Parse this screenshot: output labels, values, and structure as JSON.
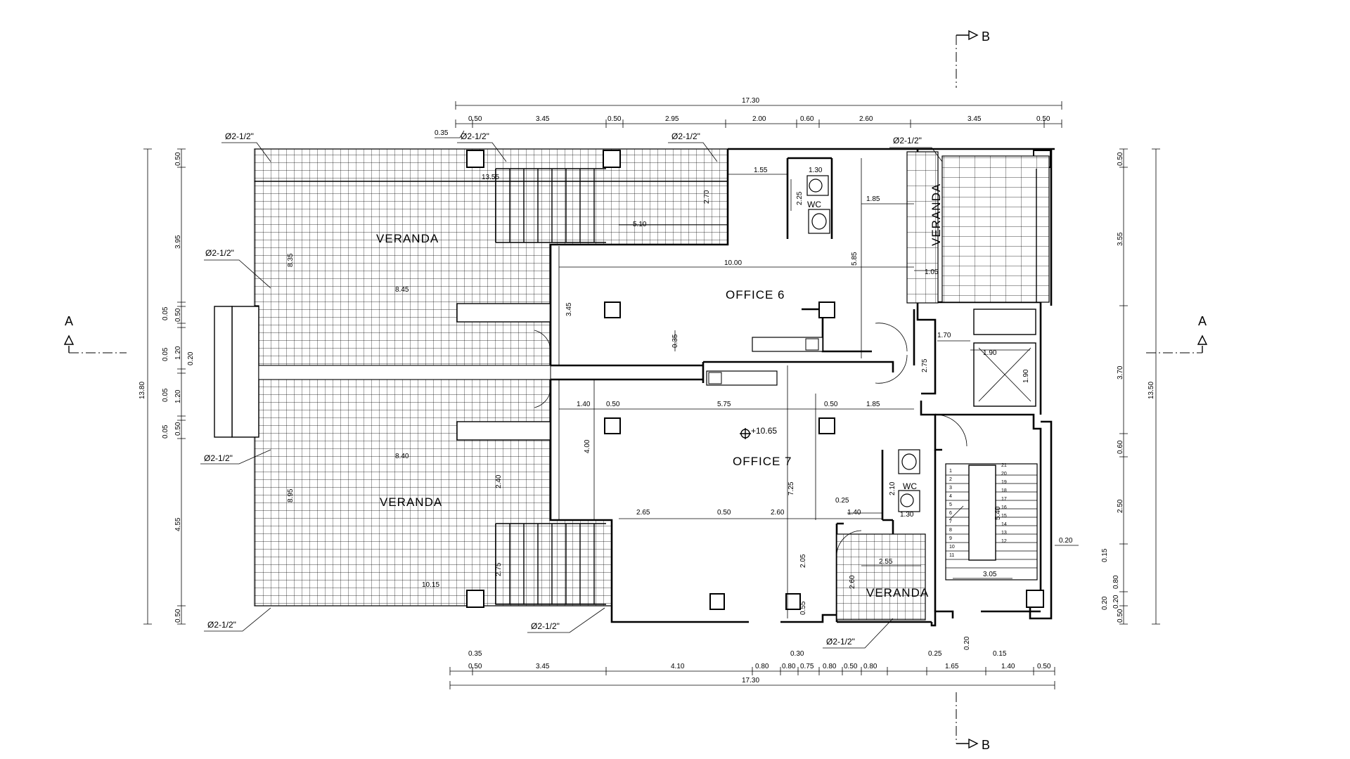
{
  "rooms": {
    "veranda_top_left": "VERANDA",
    "veranda_bottom_left": "VERANDA",
    "veranda_top_right": "VERANDA",
    "veranda_bottom_right": "VERANDA",
    "office_6": "OFFICE 6",
    "office_7": "OFFICE 7",
    "wc_top": "WC",
    "wc_bottom": "WC"
  },
  "level_marker": "+10.65",
  "section_marks": {
    "a": "A",
    "b": "B"
  },
  "drain_label": "Ø2-1/2\"",
  "top_dims": {
    "overall": "17.30",
    "parts": [
      "0.50",
      "3.45",
      "0.50",
      "2.95",
      "2.00",
      "0.60",
      "2.60",
      "3.45",
      "0.50"
    ],
    "offset": "0.35"
  },
  "bottom_dims": {
    "overall": "17.30",
    "parts": [
      "0.50",
      "3.45",
      "4.10",
      "0.80",
      "0.80",
      "0.75",
      "0.80",
      "0.50",
      "0.80",
      "1.65",
      "1.40",
      "0.50"
    ],
    "extras": [
      "0.35",
      "0.30",
      "0.25",
      "0.15"
    ]
  },
  "left_dims": {
    "overall": "13.80",
    "parts": [
      "0.50",
      "3.95",
      "0.05",
      "0.50",
      "0.05",
      "1.20",
      "0.05",
      "1.20",
      "0.05",
      "0.50",
      "4.55",
      "0.50"
    ],
    "extra": "0.20"
  },
  "right_dims": {
    "overall": "13.50",
    "parts": [
      "0.50",
      "3.55",
      "3.70",
      "0.60",
      "2.50",
      "0.15",
      "0.20",
      "0.80",
      "0.20",
      "0.50"
    ],
    "extra": "0.20"
  },
  "interior_dims": {
    "d_13_55": "13.55",
    "d_2_70": "2.70",
    "d_5_10": "5.10",
    "d_1_55": "1.55",
    "d_1_30a": "1.30",
    "d_2_25": "2.25",
    "d_1_85a": "1.85",
    "d_5_85": "5.85",
    "d_10_00": "10.00",
    "d_1_05": "1.05",
    "d_8_35": "8.35",
    "d_8_45": "8.45",
    "d_3_45": "3.45",
    "d_0_35": "0.35",
    "d_1_70": "1.70",
    "d_2_75": "2.75",
    "d_1_90a": "1.90",
    "d_1_90b": "1.90",
    "d_1_40": "1.40",
    "d_0_50a": "0.50",
    "d_5_75": "5.75",
    "d_0_50b": "0.50",
    "d_1_85b": "1.85",
    "d_4_00": "4.00",
    "d_8_40": "8.40",
    "d_8_95": "8.95",
    "d_2_40": "2.40",
    "d_7_25": "7.25",
    "d_0_25": "0.25",
    "d_1_40b": "1.40",
    "d_2_10": "2.10",
    "d_1_30b": "1.30",
    "d_5_40": "5.40",
    "d_2_65": "2.65",
    "d_0_50c": "0.50",
    "d_2_60": "2.60",
    "d_2_05": "2.05",
    "d_2_55": "2.55",
    "d_2_60b": "2.60",
    "d_2_75b": "2.75",
    "d_10_15": "10.15",
    "d_0_55": "0.55",
    "d_3_05": "3.05",
    "d_0_20": "0.20"
  },
  "stair_steps_left": [
    "1",
    "2",
    "3",
    "4",
    "5",
    "6",
    "7",
    "8",
    "9",
    "10",
    "11"
  ],
  "stair_steps_right": [
    "21",
    "20",
    "19",
    "18",
    "17",
    "16",
    "15",
    "14",
    "13",
    "12"
  ]
}
